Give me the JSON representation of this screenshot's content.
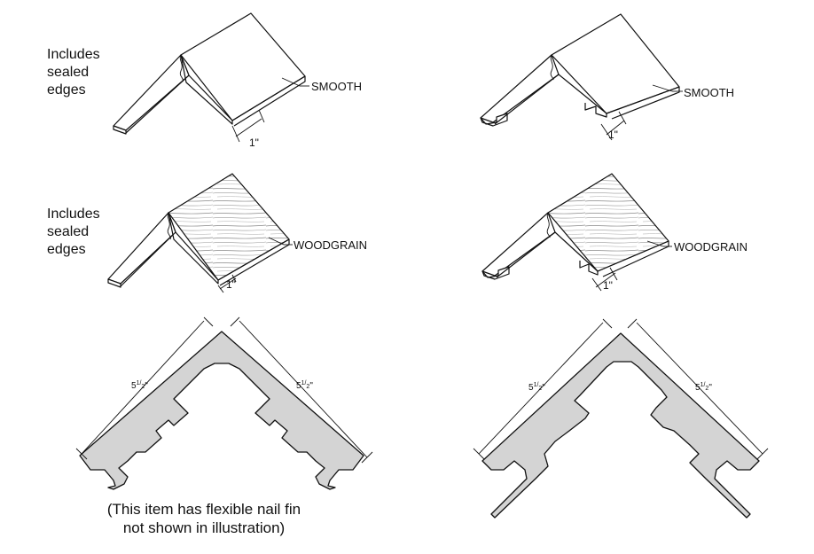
{
  "notes": {
    "sealed_edges": [
      "Includes",
      "sealed",
      "edges"
    ]
  },
  "finishes": {
    "smooth": "SMOOTH",
    "woodgrain": "WOODGRAIN"
  },
  "dimensions": {
    "leg_width": "1\"",
    "profile_width_whole": "5",
    "profile_width_num": "1",
    "profile_width_den": "2",
    "profile_width_unit": "\""
  },
  "caption": {
    "line1": "(This item has flexible nail fin",
    "line2": "not shown in illustration)"
  },
  "colors": {
    "stroke": "#111111",
    "profile_fill": "#d4d4d4",
    "panel_fill": "#ffffff"
  }
}
